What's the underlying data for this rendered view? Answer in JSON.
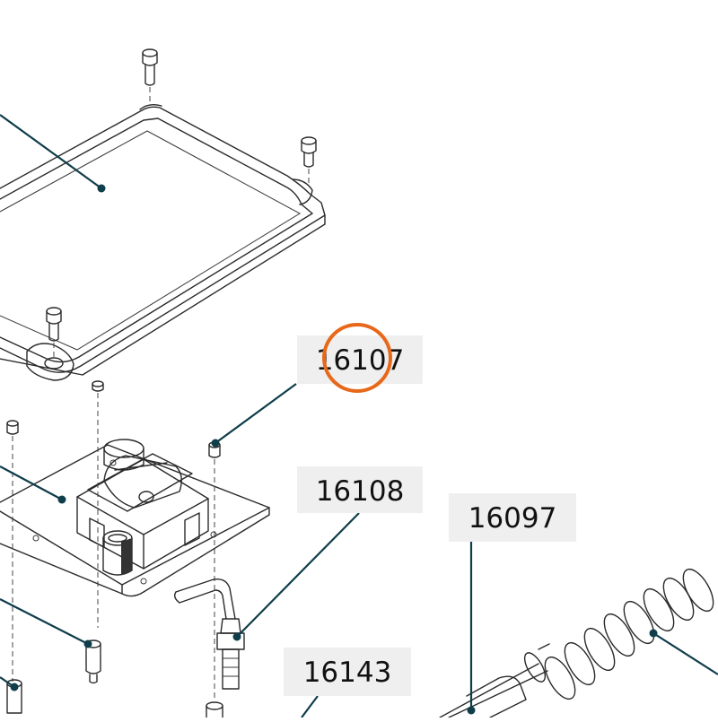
{
  "labels": {
    "part_16107": "16107",
    "part_16108": "16108",
    "part_16097": "16097",
    "part_16143": "16143"
  },
  "colors": {
    "leader_line": "#0f3d4a",
    "label_background": "#efefef",
    "highlight_circle": "#e8681a",
    "drawing_lines": "#2a2a2a"
  }
}
